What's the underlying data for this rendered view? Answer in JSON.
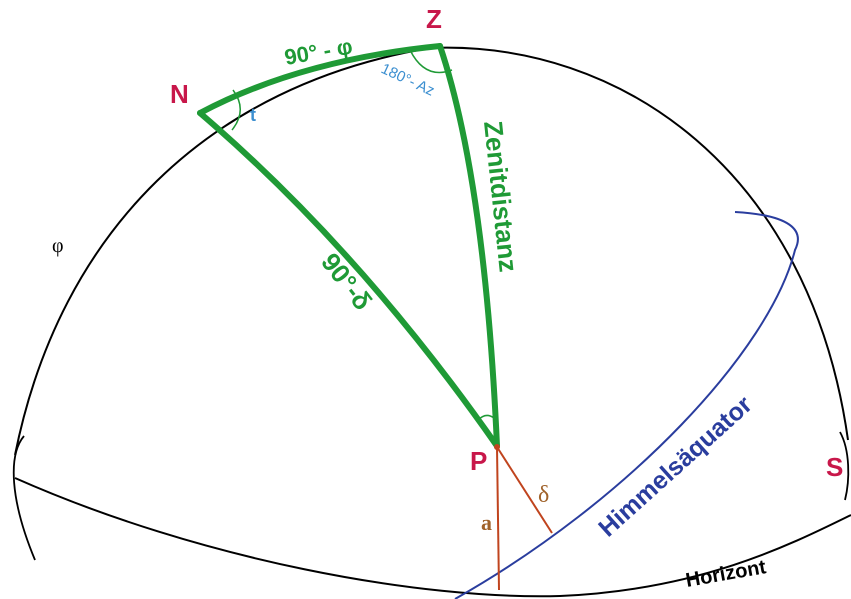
{
  "labels": {
    "zenith": "Z",
    "north": "N",
    "south": "S",
    "star": "P",
    "arc_nz": "90° - φ",
    "angle_az": "180°- Az",
    "angle_t": "t",
    "arc_zp": "Zenitdistanz",
    "arc_np": "90°-δ",
    "latitude": "φ",
    "declination": "δ",
    "altitude": "a",
    "celestial_equator": "Himmelsäquator",
    "horizon": "Horizont"
  },
  "colors": {
    "triangle": "#1f9a36",
    "point_label": "#c8174a",
    "angle_label": "#3c8fd0",
    "equator": "#2a3d9e",
    "vertical": "#c0441e",
    "declination_label": "#a0622a",
    "outline": "#000000"
  }
}
